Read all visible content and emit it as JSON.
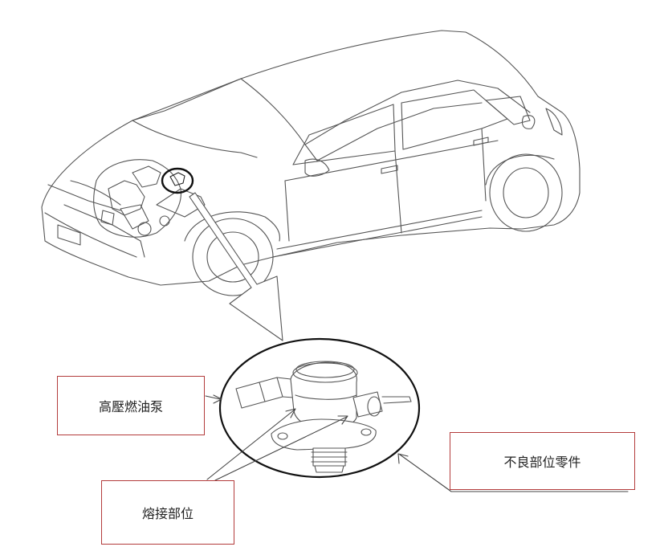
{
  "labels": {
    "high_pressure_pump": "高壓燃油泵",
    "weld_location": "熔接部位",
    "defect_part": "不良部位零件"
  },
  "colors": {
    "line": "#555555",
    "callout_border": "#b33c3c",
    "fill": "#ffffff"
  },
  "icons": {
    "vehicle": "hatchback-car-illustration",
    "detail": "fuel-pump-detail",
    "pointer": "down-right-arrow"
  }
}
